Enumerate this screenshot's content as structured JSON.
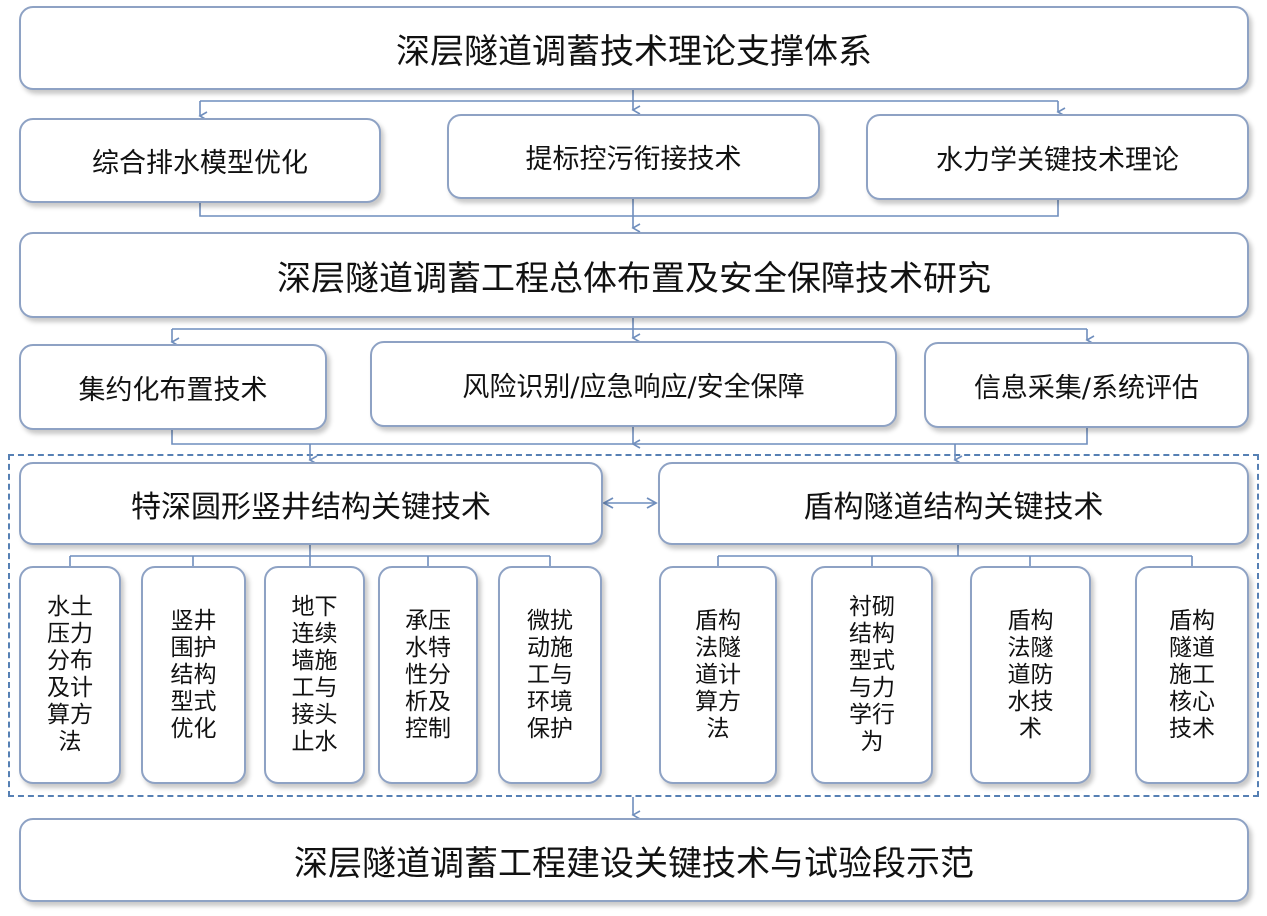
{
  "level1": {
    "title": "深层隧道调蓄技术理论支撑体系"
  },
  "level2": [
    {
      "label": "综合排水模型优化"
    },
    {
      "label": "提标控污衔接技术"
    },
    {
      "label": "水力学关键技术理论"
    }
  ],
  "level3": {
    "title": "深层隧道调蓄工程总体布置及安全保障技术研究"
  },
  "level4": [
    {
      "label": "集约化布置技术"
    },
    {
      "label": "风险识别/应急响应/安全保障"
    },
    {
      "label": "信息采集/系统评估"
    }
  ],
  "level5": {
    "left": {
      "title": "特深圆形竖井结构关键技术",
      "items": [
        "水土压力分布及计算方法",
        "竖井围护结构型式优化",
        "地下连续墙施工与接头止水",
        "承压水特性分析及控制",
        "微扰动施工与环境保护"
      ]
    },
    "right": {
      "title": "盾构隧道结构关键技术",
      "items": [
        "盾构法隧道计算方法",
        "衬砌结构型式与力学行为",
        "盾构法隧道防水技术",
        "盾构隧道施工核心技术"
      ]
    }
  },
  "level6": {
    "title": "深层隧道调蓄工程建设关键技术与试验段示范"
  },
  "colors": {
    "border": "#8ea2c4",
    "line": "#6f8ebd",
    "dash": "#5680b4"
  }
}
